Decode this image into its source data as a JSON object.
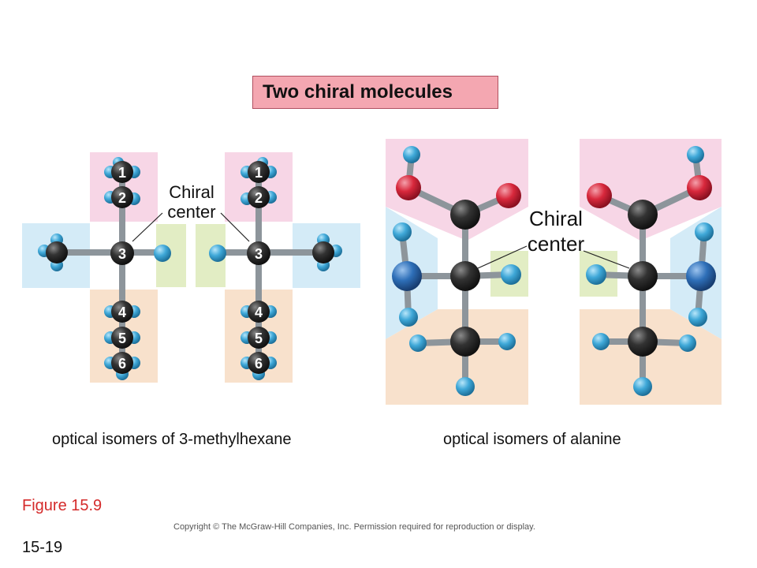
{
  "title": "Two chiral molecules",
  "chiral_label": [
    "Chiral",
    "center"
  ],
  "carbon_numbers": [
    "1",
    "2",
    "3",
    "4",
    "5",
    "6"
  ],
  "captions": {
    "left": "optical isomers of 3-methylhexane",
    "right": "optical isomers of alanine"
  },
  "figure_label": "Figure 15.9",
  "copyright": "Copyright © The McGraw-Hill Companies, Inc. Permission required for reproduction or display.",
  "page_number": "15-19",
  "colors": {
    "carbon": "#2b2b2b",
    "hydrogen": "#3fa8d8",
    "oxygen": "#d8283c",
    "nitrogen": "#2e6fb8",
    "panel_pink": "#f7d6e6",
    "panel_blue": "#d4ebf7",
    "panel_green": "#e2edc4",
    "panel_orange": "#f8e1cc"
  }
}
